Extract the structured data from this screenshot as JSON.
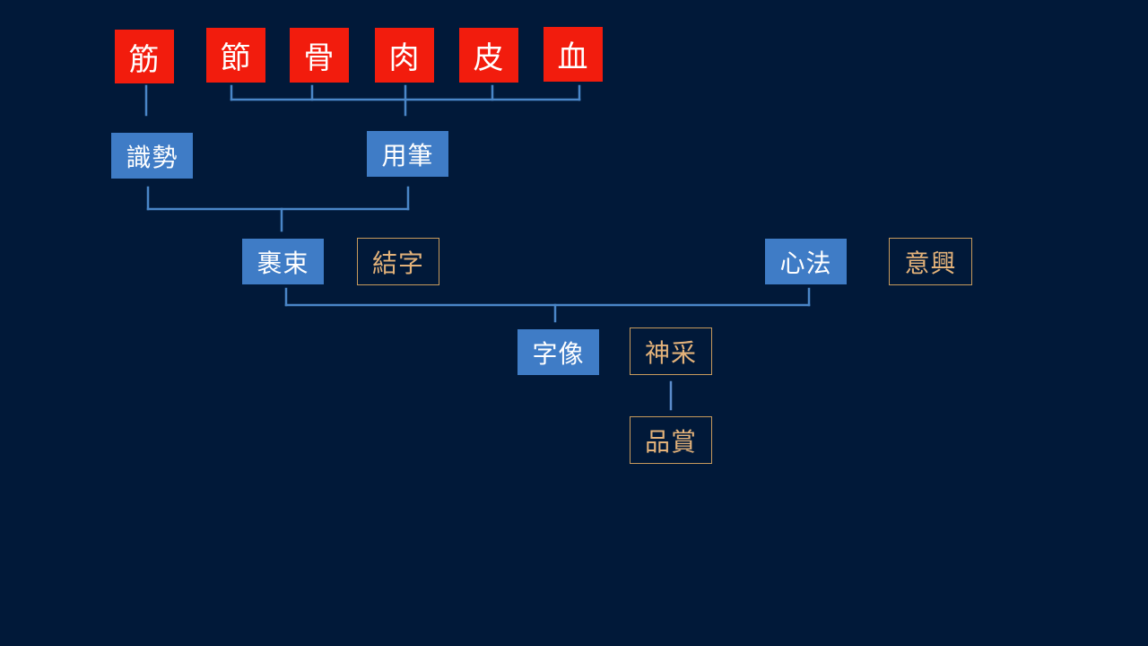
{
  "diagram": {
    "top_row": [
      {
        "id": "jin",
        "label": "筋"
      },
      {
        "id": "jie",
        "label": "節"
      },
      {
        "id": "gu",
        "label": "骨"
      },
      {
        "id": "rou",
        "label": "肉"
      },
      {
        "id": "pi",
        "label": "皮"
      },
      {
        "id": "xue",
        "label": "血"
      }
    ],
    "level2": [
      {
        "id": "shishi",
        "label": "識勢"
      },
      {
        "id": "yongbi",
        "label": "用筆"
      }
    ],
    "level3": [
      {
        "id": "guoshu",
        "label": "裹束"
      },
      {
        "id": "jiezi",
        "label": "結字"
      },
      {
        "id": "xinfa",
        "label": "心法"
      },
      {
        "id": "yixing",
        "label": "意興"
      }
    ],
    "level4": [
      {
        "id": "zixiang",
        "label": "字像"
      },
      {
        "id": "shencai",
        "label": "神采"
      }
    ],
    "level5": [
      {
        "id": "pinshang",
        "label": "品賞"
      }
    ],
    "colors": {
      "background": "#011939",
      "red_box": "#f21c0d",
      "blue_box": "#3f7cc6",
      "gold_outline": "#c79a5c",
      "connector": "#4a86c8"
    }
  }
}
